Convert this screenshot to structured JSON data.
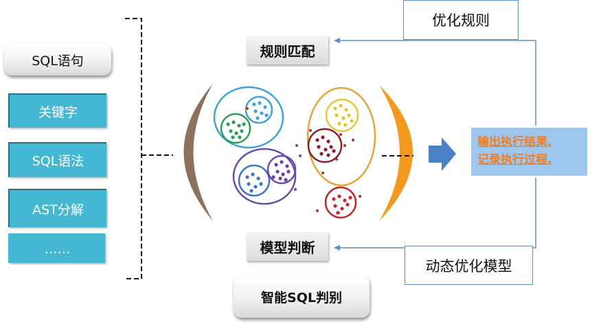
{
  "left_panel": {
    "sql_statement": "SQL语句",
    "items": [
      "关键字",
      "SQL语法",
      "AST分解",
      "……"
    ]
  },
  "center": {
    "rule_matching": "规则匹配",
    "model_judgment": "模型判断",
    "smart_sql": "智能SQL判别"
  },
  "right": {
    "optimize_rules": "优化规则",
    "dynamic_optimize_model": "动态优化模型",
    "output_lines": [
      "输出执行结果,",
      "记录执行过程,"
    ]
  },
  "colors": {
    "cyan_box": "#44b8d3",
    "left_arc": "#8c725c",
    "right_arc": "#f39a1e",
    "arrow": "#4a80c4",
    "output_bg": "#9fc7ee",
    "output_text": "#f07d1e",
    "connector": "#5b8fc4"
  }
}
